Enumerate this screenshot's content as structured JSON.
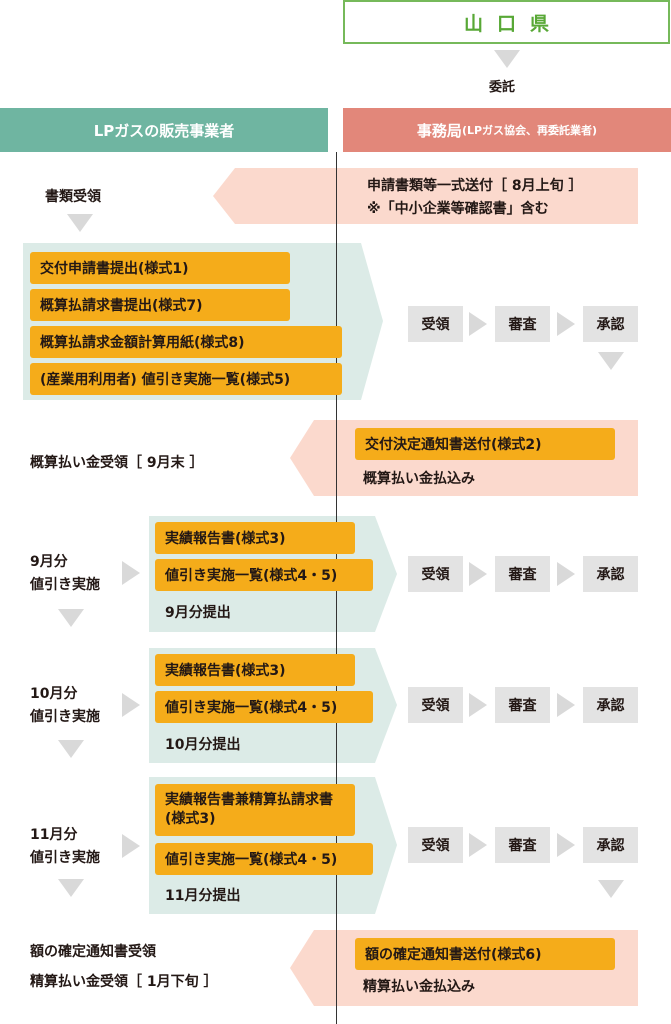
{
  "top": {
    "prefecture": "山口県",
    "commission": "委託"
  },
  "headers": {
    "left": "LPガスの販売事業者",
    "right_main": "事務局",
    "right_sub": "(LPガス協会、再委託業者)"
  },
  "step1": {
    "left_label": "書類受領",
    "right_line1": "申請書類等一式送付［ 8月上旬 ］",
    "right_line2": "※「中小企業等確認書」含む"
  },
  "step2": {
    "forms": [
      "交付申請書提出(様式1)",
      "概算払請求書提出(様式7)",
      "概算払請求金額計算用紙(様式8)",
      "(産業用利用者) 値引き実施一覧(様式5)"
    ],
    "process": [
      "受領",
      "審査",
      "承認"
    ]
  },
  "step3": {
    "left_label": "概算払い金受領［ 9月末 ］",
    "notice": "交付決定通知書送付(様式2)",
    "payment": "概算払い金払込み"
  },
  "sep": {
    "left_line1": "9月分",
    "left_line2": "値引き実施",
    "forms": [
      "実績報告書(様式3)",
      "値引き実施一覧(様式4・5)"
    ],
    "submit": "9月分提出",
    "process": [
      "受領",
      "審査",
      "承認"
    ]
  },
  "oct": {
    "left_line1": "10月分",
    "left_line2": "値引き実施",
    "forms": [
      "実績報告書(様式3)",
      "値引き実施一覧(様式4・5)"
    ],
    "submit": "10月分提出",
    "process": [
      "受領",
      "審査",
      "承認"
    ]
  },
  "nov": {
    "left_line1": "11月分",
    "left_line2": "値引き実施",
    "form1_line1": "実績報告書兼精算払請求書",
    "form1_line2": "(様式3)",
    "form2": "値引き実施一覧(様式4・5)",
    "submit": "11月分提出",
    "process": [
      "受領",
      "審査",
      "承認"
    ]
  },
  "final": {
    "left_line1": "額の確定通知書受領",
    "left_line2": "精算払い金受領［ 1月下旬 ］",
    "notice": "額の確定通知書送付(様式6)",
    "payment": "精算払い金払込み"
  },
  "colors": {
    "green_border": "#76b95a",
    "teal_header": "#6fb5a1",
    "salmon_header": "#e2877a",
    "pink_arrow": "#fbd9cd",
    "teal_block": "#dcebe7",
    "orange_box": "#f5ac1a",
    "grey_box": "#e3e3e3"
  }
}
